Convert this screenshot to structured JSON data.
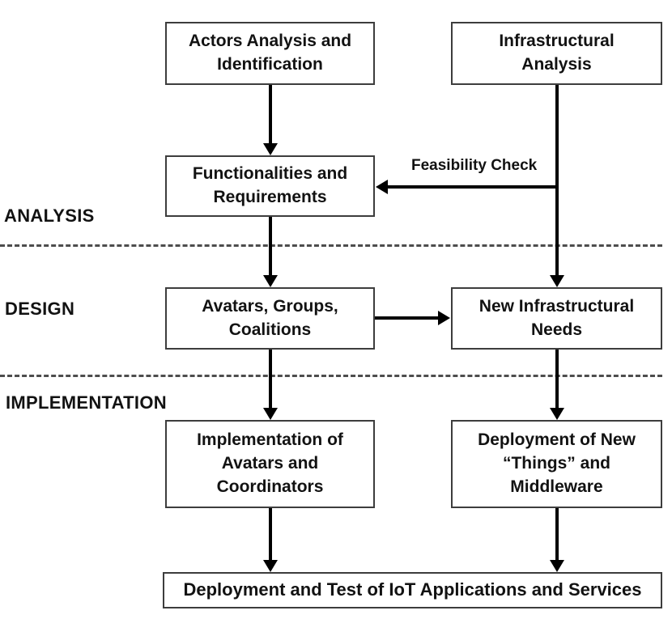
{
  "phases": [
    {
      "label": "ANALYSIS"
    },
    {
      "label": "DESIGN"
    },
    {
      "label": "IMPLEMENTATION"
    }
  ],
  "nodes": {
    "actors_analysis": "Actors Analysis and\nIdentification",
    "infrastructural_analysis": "Infrastructural\nAnalysis",
    "functionalities_requirements": "Functionalities and\nRequirements",
    "avatars_groups_coalitions": "Avatars, Groups,\nCoalitions",
    "new_infrastructural_needs": "New Infrastructural\nNeeds",
    "implementation_avatars_coordinators": "Implementation of\nAvatars and\nCoordinators",
    "deployment_new_things_middleware": "Deployment of New\n“Things” and\nMiddleware",
    "deployment_test_iot": "Deployment and Test of IoT Applications and Services"
  },
  "edges": {
    "feasibility_label": "Feasibility Check"
  },
  "colors": {
    "background": "#ffffff",
    "box_border": "#3d3d3d",
    "arrow": "#000000",
    "text": "#121212",
    "separator": "#4d4d4d"
  }
}
